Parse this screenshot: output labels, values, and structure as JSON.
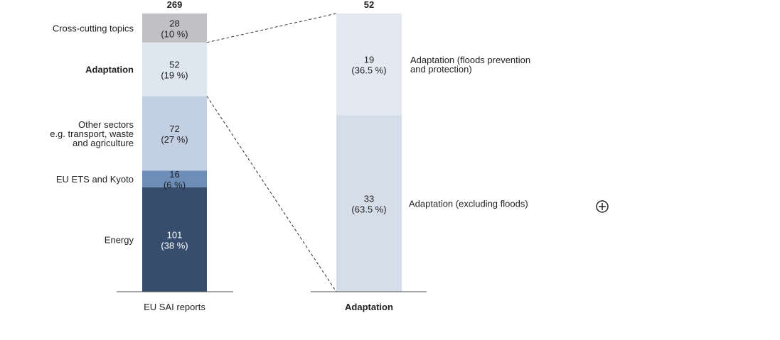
{
  "chart_data": {
    "type": "bar",
    "stacked": true,
    "bars": [
      {
        "category": "EU SAI reports",
        "total": "269",
        "segments": [
          {
            "label": [
              "Energy"
            ],
            "value": 101,
            "value_label": "101",
            "pct_label": "(38 %)",
            "color": "#374d6e",
            "text_light": true
          },
          {
            "label": [
              "EU ETS and Kyoto"
            ],
            "value": 16,
            "value_label": "16",
            "pct_label": "(6 %)",
            "color": "#6d8eb9"
          },
          {
            "label": [
              "Other sectors",
              "e.g. transport, waste",
              "and agriculture"
            ],
            "value": 72,
            "value_label": "72",
            "pct_label": "(27 %)",
            "color": "#c3cfe2"
          },
          {
            "label": [
              "Adaptation"
            ],
            "value": 52,
            "value_label": "52",
            "pct_label": "(19 %)",
            "color": "#dee6f0",
            "bold": true
          },
          {
            "label": [
              "Cross-cutting topics"
            ],
            "value": 28,
            "value_label": "28",
            "pct_label": "(10 %)",
            "color": "#c1c0c4"
          }
        ]
      },
      {
        "category": "Adaptation",
        "category_bold": true,
        "total": "52",
        "segments": [
          {
            "label": [
              "Adaptation (excluding floods)"
            ],
            "value": 33,
            "value_label": "33",
            "pct_label": "(63.5 %)",
            "color": "#d5dde8"
          },
          {
            "label": [
              "Adaptation (floods prevention",
              "and protection)"
            ],
            "value": 19,
            "value_label": "19",
            "pct_label": "(36.5 %)",
            "color": "#e3e9f3"
          }
        ]
      }
    ]
  },
  "icons": {
    "expand": "plus-circle-icon"
  }
}
